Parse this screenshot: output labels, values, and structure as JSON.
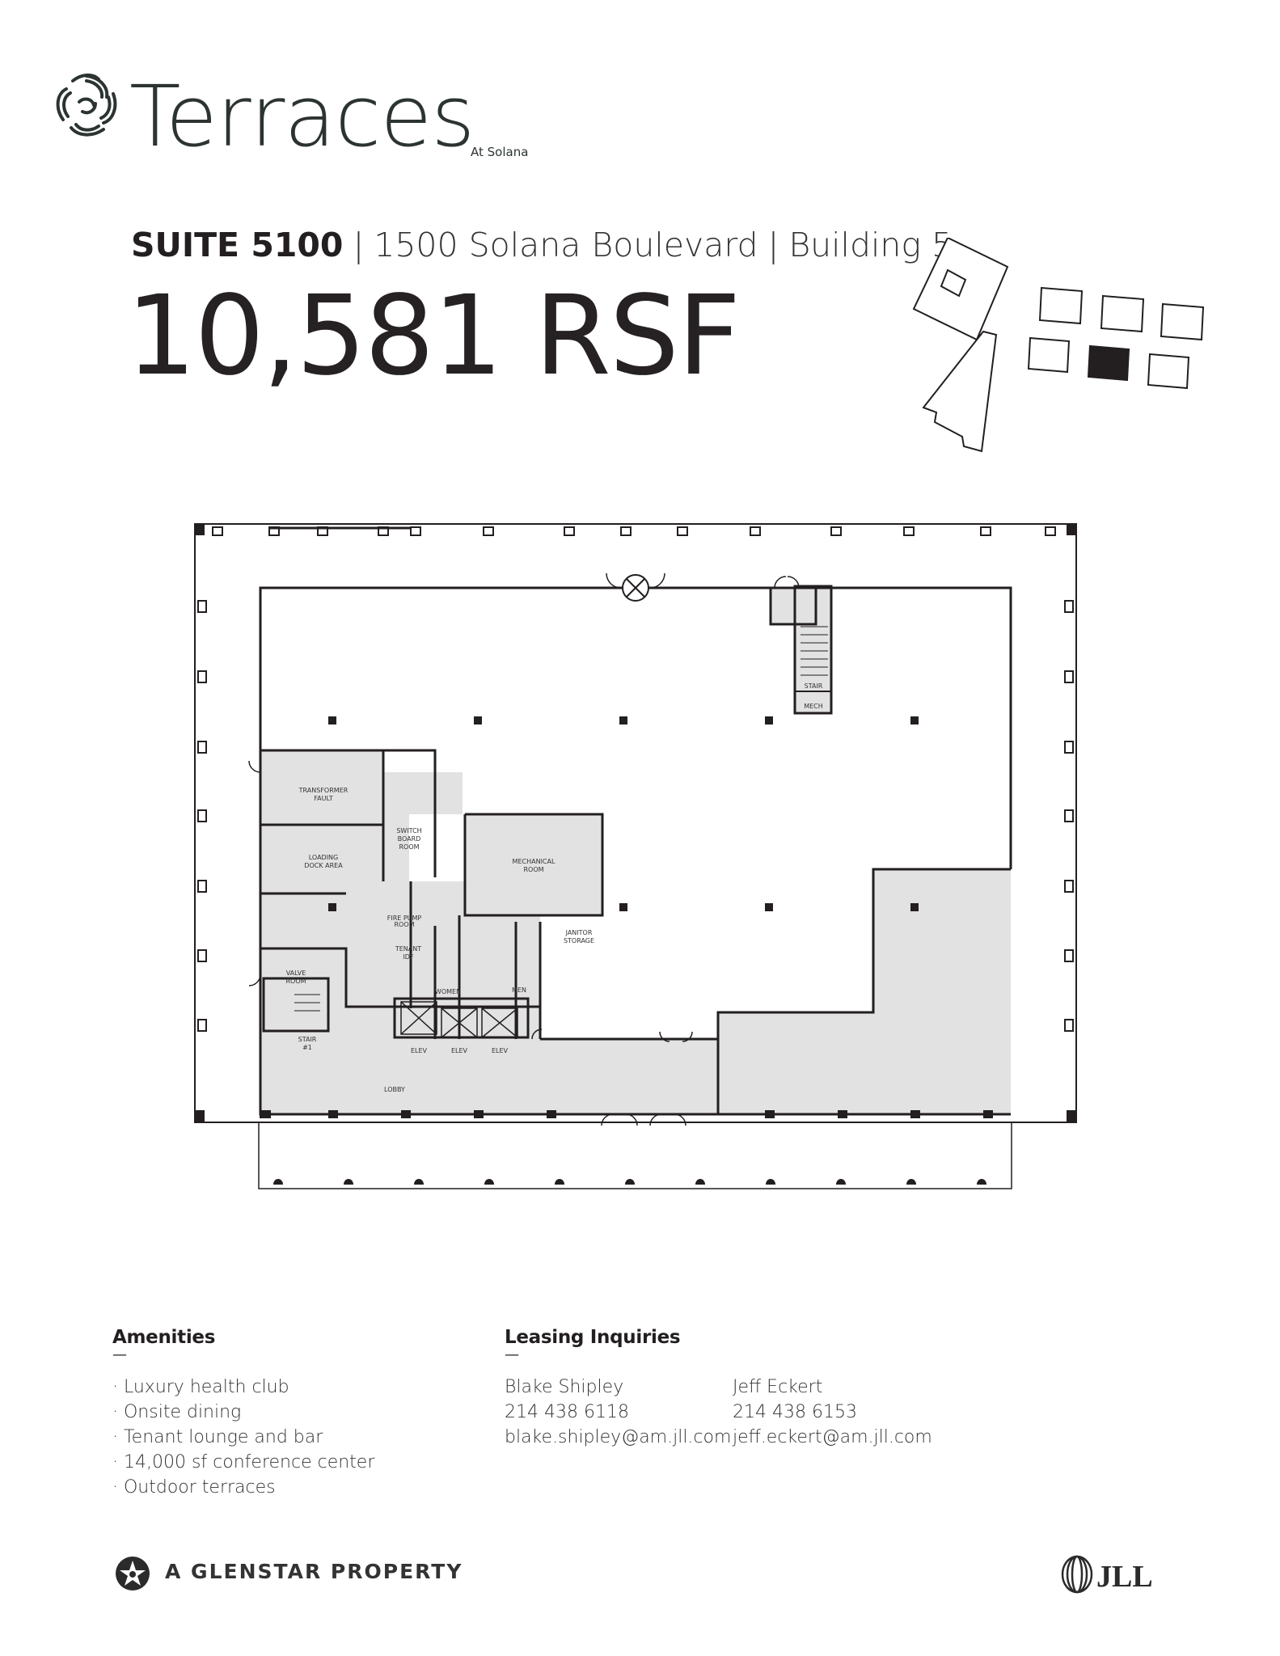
{
  "brand": {
    "name": "Terraces",
    "sub": "At Solana"
  },
  "header": {
    "suite": "SUITE 5100",
    "separator": "|",
    "address": "1500 Solana Boulevard",
    "building": "Building 5",
    "rsf": "10,581 RSF"
  },
  "floorplan": {
    "rooms": {
      "transformer_1": "TRANSFORMER",
      "transformer_2": "FAULT",
      "switch_1": "SWITCH",
      "switch_2": "BOARD",
      "switch_3": "ROOM",
      "loading_1": "LOADING",
      "loading_2": "DOCK AREA",
      "mechanical_1": "MECHANICAL",
      "mechanical_2": "ROOM",
      "fire_pump": "FIRE PUMP",
      "fire_room": "ROOM",
      "tenant_1": "TENANT",
      "tenant_2": "IDF",
      "janitor_1": "JANITOR",
      "janitor_2": "STORAGE",
      "women": "WOMEN",
      "men": "MEN",
      "valve_1": "VALVE",
      "valve_2": "ROOM",
      "stair": "STAIR",
      "stair1_1": "STAIR",
      "stair1_2": "#1",
      "mech": "MECH",
      "elev": "ELEV",
      "lobby": "LOBBY"
    }
  },
  "amenities": {
    "heading": "Amenities",
    "dash": "—",
    "items": [
      "· Luxury health club",
      "· Onsite dining",
      "· Tenant lounge and bar",
      "· 14,000 sf conference center",
      "· Outdoor terraces"
    ]
  },
  "leasing": {
    "heading": "Leasing Inquiries",
    "dash": "—",
    "contacts": [
      {
        "name": "Blake Shipley",
        "phone": "214 438 6118",
        "email": "blake.shipley@am.jll.com"
      },
      {
        "name": "Jeff Eckert",
        "phone": "214 438 6153",
        "email": "jeff.eckert@am.jll.com"
      }
    ]
  },
  "footer": {
    "glenstar": "A GLENSTAR PROPERTY",
    "jll": "JLL"
  }
}
